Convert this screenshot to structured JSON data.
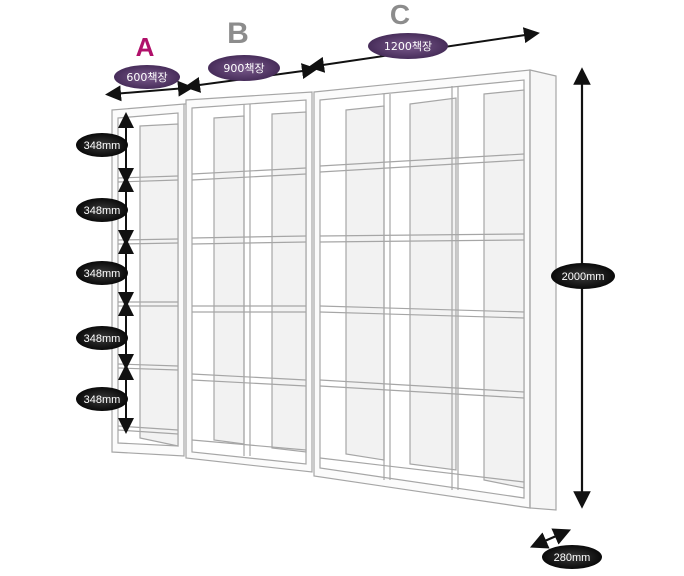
{
  "sections": [
    {
      "letter": "A",
      "size_label": "600책장",
      "letter_color": "#b0106a",
      "pill_color": "#5b3a6b"
    },
    {
      "letter": "B",
      "size_label": "900책장",
      "letter_color": "#8c8c8c",
      "pill_color": "#5b3a6b"
    },
    {
      "letter": "C",
      "size_label": "1200책장",
      "letter_color": "#8c8c8c",
      "pill_color": "#5b3a6b"
    }
  ],
  "shelf_heights": [
    "348mm",
    "348mm",
    "348mm",
    "348mm",
    "348mm"
  ],
  "total_height": "2000mm",
  "depth": "280mm",
  "colors": {
    "outline": "#a6a6a6",
    "inner_panel": "#f4f4f4",
    "dark_pill": "#1e1e1e",
    "arrow": "#111111"
  }
}
